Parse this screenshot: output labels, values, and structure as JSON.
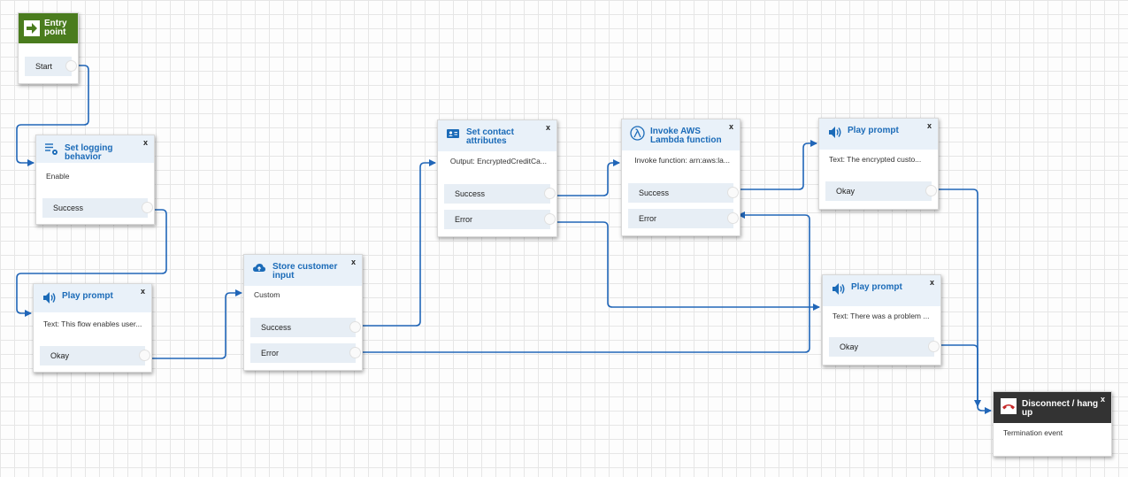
{
  "colors": {
    "link": "#2166b8",
    "title": "#1b6bb8",
    "entry_green": "#4a7c1e",
    "disconnect_dark": "#333333",
    "branch_bg": "#e7eef5",
    "header_bg": "#e9f1f9"
  },
  "blocks": {
    "entry": {
      "title": "Entry point",
      "branch": "Start",
      "icon": "arrow-right-icon"
    },
    "logging": {
      "title": "Set logging behavior",
      "desc": "Enable",
      "branch": "Success",
      "close": "x",
      "icon": "logging-icon"
    },
    "prompt1": {
      "title": "Play prompt",
      "desc": "Text: This flow enables user...",
      "branch": "Okay",
      "close": "x",
      "icon": "speaker-icon"
    },
    "store": {
      "title": "Store customer input",
      "desc": "Custom",
      "branch_success": "Success",
      "branch_error": "Error",
      "close": "x",
      "icon": "cloud-upload-icon"
    },
    "contact": {
      "title": "Set contact attributes",
      "desc": "Output: EncryptedCreditCa...",
      "branch_success": "Success",
      "branch_error": "Error",
      "close": "x",
      "icon": "contact-card-icon"
    },
    "lambda": {
      "title": "Invoke AWS Lambda function",
      "desc": "Invoke function: arn:aws:la...",
      "branch_success": "Success",
      "branch_error": "Error",
      "close": "x",
      "icon": "lambda-icon"
    },
    "prompt2": {
      "title": "Play prompt",
      "desc": "Text: The encrypted custo...",
      "branch": "Okay",
      "close": "x",
      "icon": "speaker-icon"
    },
    "prompt3": {
      "title": "Play prompt",
      "desc": "Text: There was a problem ...",
      "branch": "Okay",
      "close": "x",
      "icon": "speaker-icon"
    },
    "disconnect": {
      "title": "Disconnect / hang up",
      "desc": "Termination event",
      "close": "x",
      "icon": "hang-up-phone-icon"
    }
  }
}
